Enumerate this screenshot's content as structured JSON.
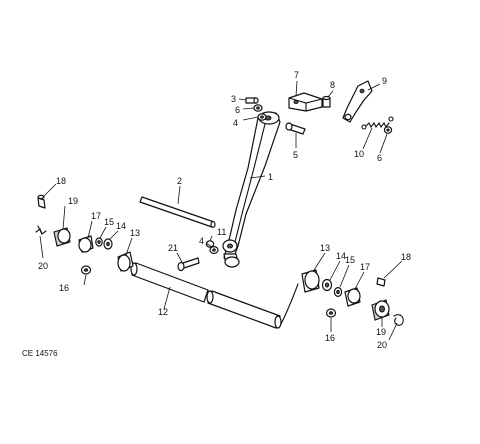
{
  "reference": "CE 14576",
  "callouts": {
    "c1": "1",
    "c2": "2",
    "c3": "3",
    "c4a": "4",
    "c4b": "4",
    "c5": "5",
    "c6a": "6",
    "c6b": "6",
    "c7": "7",
    "c8": "8",
    "c9": "9",
    "c10": "10",
    "c11": "11",
    "c12": "12",
    "c13a": "13",
    "c13b": "13",
    "c14a": "14",
    "c14b": "14",
    "c15a": "15",
    "c15b": "15",
    "c16a": "16",
    "c16b": "16",
    "c17a": "17",
    "c17b": "17",
    "c18a": "18",
    "c18b": "18",
    "c19a": "19",
    "c19b": "19",
    "c20a": "20",
    "c20b": "20",
    "c21": "21"
  }
}
